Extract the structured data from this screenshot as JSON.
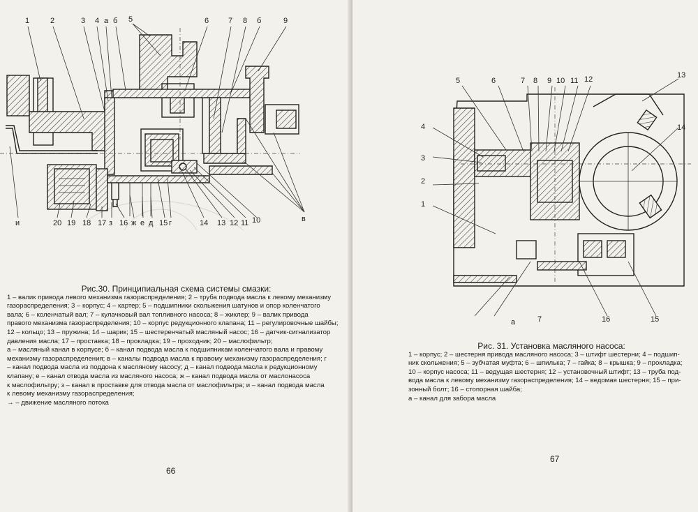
{
  "left_page": {
    "figure_callouts": {
      "top": [
        "1",
        "2",
        "3",
        "4",
        "а",
        "б",
        "5",
        "6",
        "7",
        "8",
        "б",
        "9"
      ],
      "bottom": [
        "и",
        "20",
        "19",
        "18",
        "17",
        "з",
        "16",
        "ж",
        "е",
        "д",
        "15",
        "г",
        "14",
        "13",
        "12",
        "11",
        "10",
        "в"
      ]
    },
    "caption": {
      "title": "Рис.30. Принципиальная схема системы смазки:",
      "lines": [
        "1 – валик привода левого механизма газораспределения; 2 – труба подвода масла к левому механизму",
        "газораспределения; 3 – корпус; 4 – картер; 5 – подшипники скольжения шатунов и опор коленчатого",
        "вала; 6 – коленчатый вал; 7 – кулачковый вал топливного насоса;   8 – жиклер; 9 – валик привода",
        "правого механизма газораспределения; 10 – корпус редукционного клапана; 11 – регулировочные шайбы;",
        "12 – кольцо;  13 – пружина; 14 – шарик; 15 – шестеренчатый масляный насос; 16 – датчик-сигнализатор",
        "давления масла; 17 – проставка; 18 – прокладка;   19 – проходник; 20 – маслофильтр;",
        "а – масляный канал в корпусе; б – канал подвода масла к подшипникам коленчатого вала и правому",
        "механизму газораспределения; в – каналы подвода масла к правому механизму газораспределения; г",
        "– канал подвода масла из поддона к масляному насосу; д – канал подвода масла к редукционному",
        "клапану; е – канал отвода масла из масляного насоса; ж – канал подвода масла от маслонасоса",
        "к маслофильтру; з – канал в проставке для отвода масла от маслофильтра; и – канал подвода масла",
        "к левому механизму газораспределения;",
        "→ – движение масляного потока"
      ]
    },
    "page_number": "66"
  },
  "right_page": {
    "figure_callouts": {
      "top": [
        "5",
        "6",
        "7",
        "8",
        "9",
        "10",
        "11",
        "12",
        "13"
      ],
      "left": [
        "4",
        "3",
        "2",
        "1"
      ],
      "right": [
        "14"
      ],
      "bottom": [
        "а",
        "7",
        "16",
        "15"
      ]
    },
    "caption": {
      "title": "Рис. 31. Установка масляного насоса:",
      "lines": [
        "1 – корпус; 2 – шестерня привода масляного насоса; 3 – штифт шестерни; 4 – подшип-",
        "ник скольжения; 5 – зубчатая муфта; 6 – шпилька; 7 – гайка; 8 – крышка; 9 – прокладка;",
        "10 – корпус насоса; 11 – ведущая шестерня; 12 – установочный штифт; 13 – труба под-",
        "вода масла к левому механизму газораспределения; 14 – ведомая шестерня; 15 – при-",
        "зонный болт; 16 – стопорная шайба;",
        "а – канал для забора масла"
      ]
    },
    "page_number": "67"
  }
}
